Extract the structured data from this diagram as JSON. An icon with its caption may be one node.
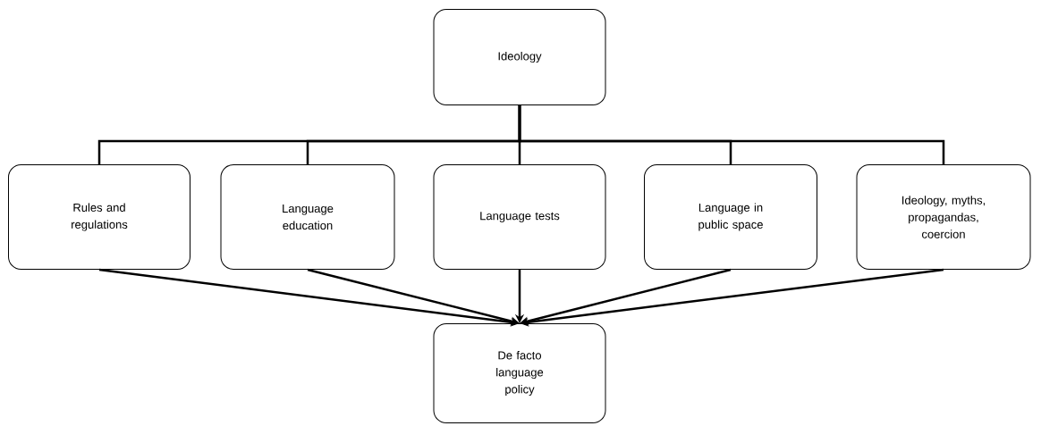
{
  "diagram": {
    "nodes": [
      {
        "text": [
          "Ideology"
        ]
      },
      {
        "text": [
          "Rules and regulations"
        ]
      },
      {
        "text": [
          "Language education"
        ]
      },
      {
        "text": [
          "Language tests"
        ]
      },
      {
        "text": [
          "Language in public space"
        ]
      },
      {
        "text": [
          "Ideology, myths, propagandas, coercion"
        ]
      },
      {
        "text": [
          "De facto language policy"
        ]
      }
    ],
    "edges": [
      {
        "from": 0,
        "to": 1,
        "arrow": "none"
      },
      {
        "from": 0,
        "to": 2,
        "arrow": "none"
      },
      {
        "from": 0,
        "to": 3,
        "arrow": "none"
      },
      {
        "from": 0,
        "to": 4,
        "arrow": "none"
      },
      {
        "from": 0,
        "to": 5,
        "arrow": "none"
      },
      {
        "from": 1,
        "to": 6,
        "arrow": "to"
      },
      {
        "from": 2,
        "to": 6,
        "arrow": "to"
      },
      {
        "from": 3,
        "to": 6,
        "arrow": "to"
      },
      {
        "from": 4,
        "to": 6,
        "arrow": "to"
      },
      {
        "from": 5,
        "to": 6,
        "arrow": "to"
      }
    ]
  }
}
